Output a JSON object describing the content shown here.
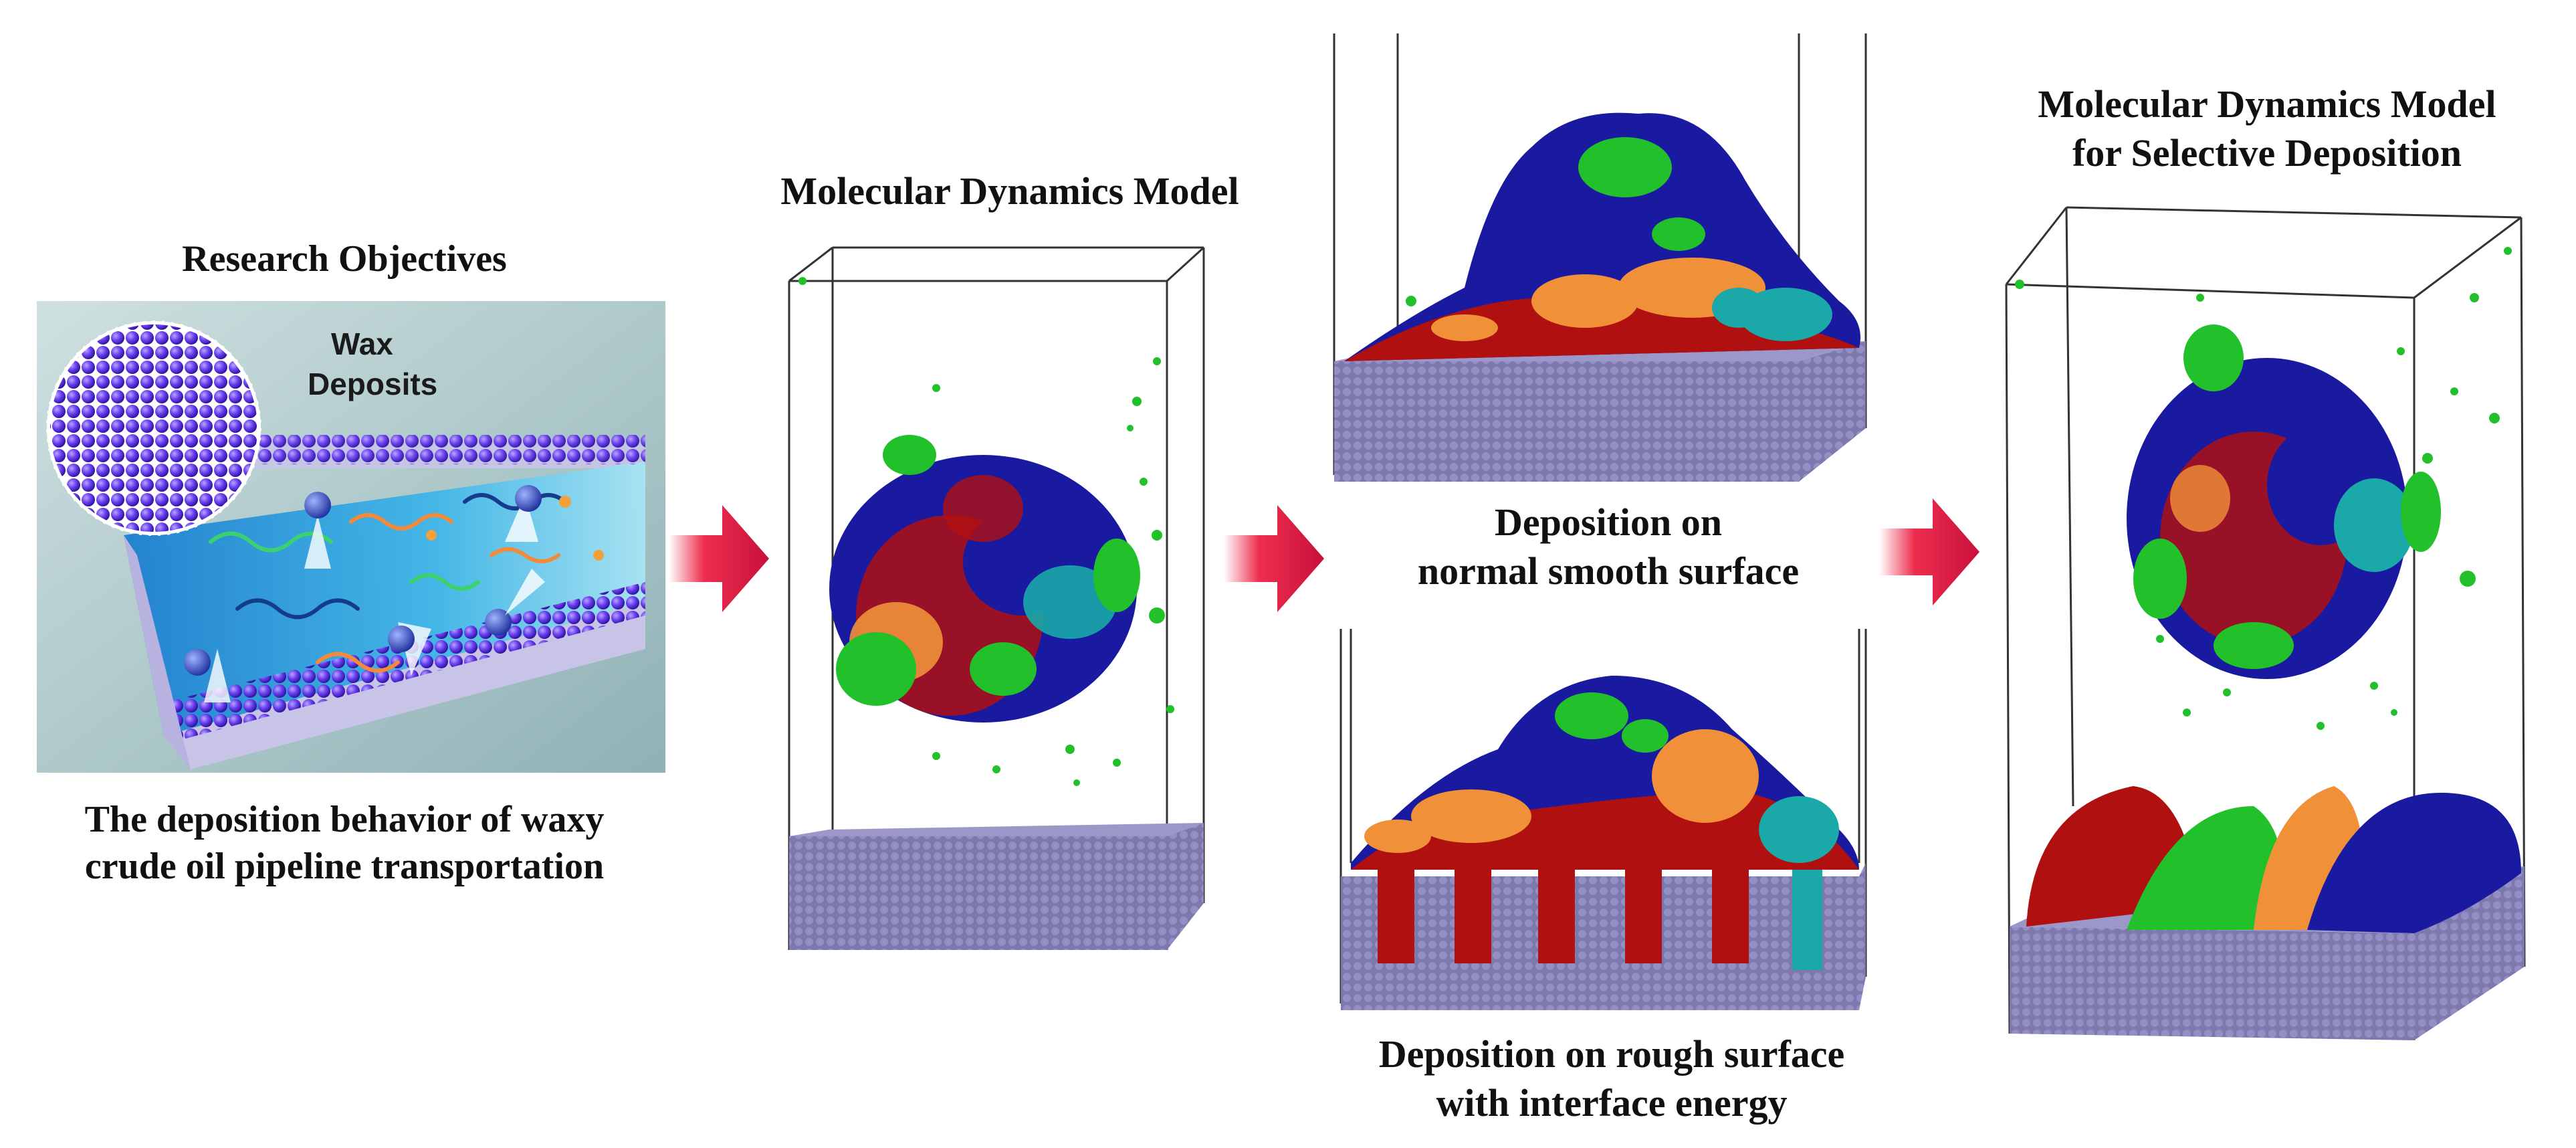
{
  "panels": {
    "objectives": {
      "title": "Research Objectives",
      "inset_label_line1": "Wax",
      "inset_label_line2": "Deposits",
      "caption_line1": "The deposition behavior of waxy",
      "caption_line2": "crude oil pipeline transportation"
    },
    "md_model": {
      "title": "Molecular Dynamics Model"
    },
    "smooth": {
      "caption_line1": "Deposition on",
      "caption_line2": "normal smooth surface"
    },
    "rough": {
      "caption_line1": "Deposition on rough surface",
      "caption_line2": "with interface energy"
    },
    "selective": {
      "title_line1": "Molecular Dynamics Model",
      "title_line2": "for Selective Deposition"
    }
  },
  "colors": {
    "navy": "#1a1aa0",
    "red": "#b01010",
    "orange": "#f0913a",
    "green": "#22c02a",
    "teal": "#1aa8a8",
    "substrate": "#7d78ad",
    "arrow": "#ee2e4f"
  }
}
